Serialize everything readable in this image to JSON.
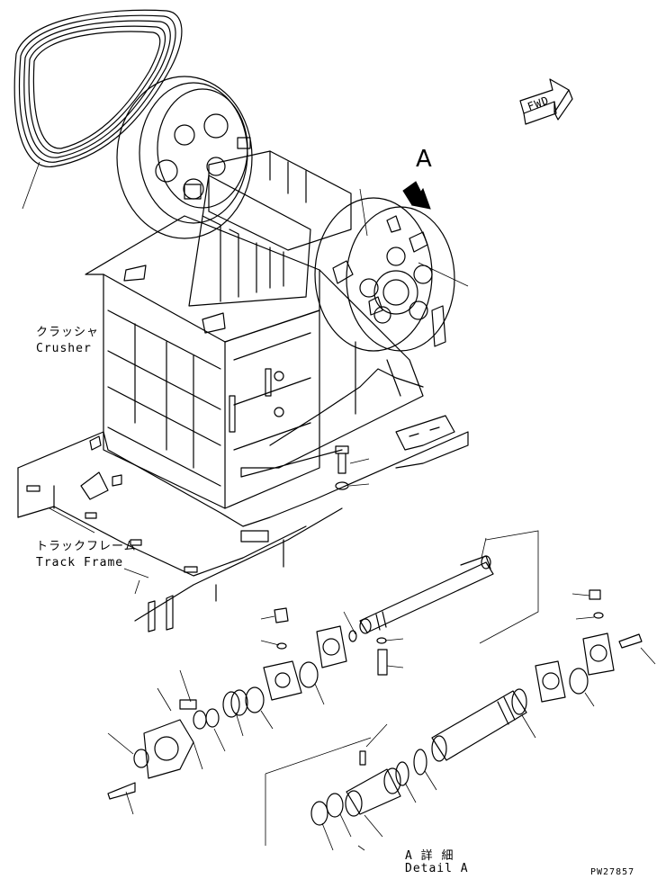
{
  "labels": {
    "crusher_jp": "クラッシャ",
    "crusher_en": "Crusher",
    "track_frame_jp": "トラックフレーム",
    "track_frame_en": "Track Frame",
    "fwd": "FWD",
    "view_marker": "A",
    "detail_jp": "A 詳 細",
    "detail_en": "Detail A",
    "drawing_number": "PW27857"
  }
}
